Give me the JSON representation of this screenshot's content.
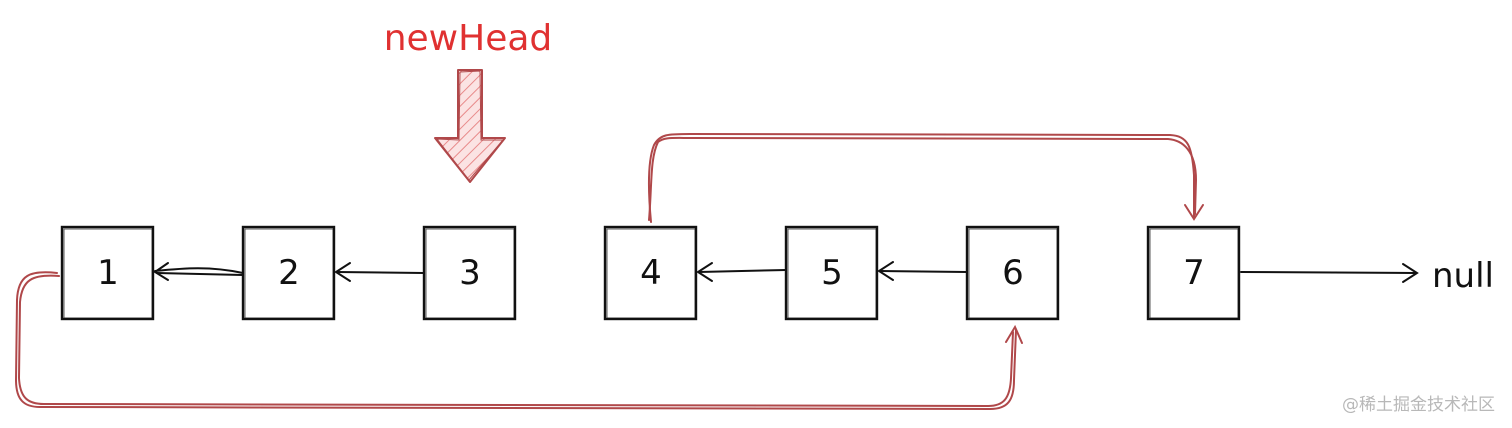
{
  "head_label": "newHead",
  "null_label": "null",
  "watermark": "@稀土掘金技术社区",
  "nodes": [
    "1",
    "2",
    "3",
    "4",
    "5",
    "6",
    "7"
  ],
  "colors": {
    "ink": "#111111",
    "link_red": "#b0484a",
    "head_red": "#e03131",
    "arrow_fill": "#f4c2c2"
  }
}
